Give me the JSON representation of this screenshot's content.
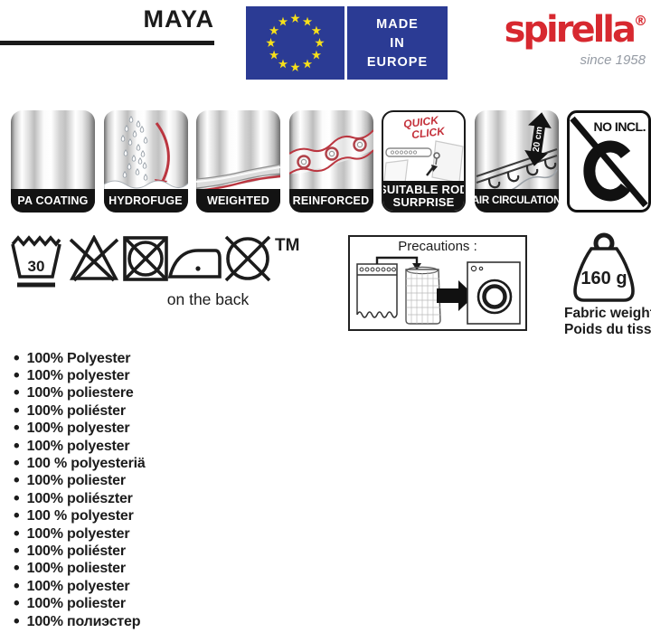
{
  "header": {
    "product_name": "MAYA",
    "made_in_lines": [
      "MADE",
      "IN",
      "EUROPE"
    ],
    "brand_name": "spirella",
    "registered_mark": "®",
    "brand_tagline": "since 1958"
  },
  "colors": {
    "eu_blue": "#2b3b94",
    "star_yellow": "#f7e01a",
    "brand_red": "#d7282f",
    "accent_red": "#bb3640",
    "band_black": "#131313"
  },
  "feature_tiles": [
    {
      "label": "PA COATING"
    },
    {
      "label": "HYDROFUGE"
    },
    {
      "label": "WEIGHTED"
    },
    {
      "label": "REINFORCED"
    },
    {
      "label_line1": "SUITABLE ROD",
      "label_line2": "SURPRISE",
      "overlay_line1": "QUICK",
      "overlay_line2": "CLICK"
    },
    {
      "label": "AIR CIRCULATION",
      "measure": "20 cm"
    },
    {
      "label": "NO INCL."
    }
  ],
  "care": {
    "wash_temperature": "30",
    "trademark": "TM",
    "note": "on the back"
  },
  "precautions": {
    "title": "Precautions :"
  },
  "fabric_weight": {
    "value": "160 g",
    "label_line1": "Fabric weight",
    "label_line2": "Poids du tissu"
  },
  "composition": {
    "items": [
      "100% Polyester",
      "100% polyester",
      "100% poliestere",
      "100% poliéster",
      "100% polyester",
      "100% polyester",
      "100 % polyesteriä",
      "100% poliester",
      "100% poliészter",
      "100 % polyester",
      "100% polyester",
      "100% poliéster",
      "100% poliester",
      "100% polyester",
      "100% poliester",
      "100% полиэстер"
    ]
  }
}
